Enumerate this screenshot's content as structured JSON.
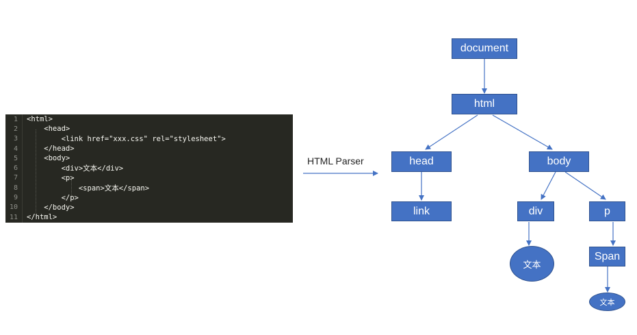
{
  "code_lines": [
    {
      "no": "1",
      "text": "<html>"
    },
    {
      "no": "2",
      "text": "    <head>"
    },
    {
      "no": "3",
      "text": "        <link href=\"xxx.css\" rel=\"stylesheet\">"
    },
    {
      "no": "4",
      "text": "    </head>"
    },
    {
      "no": "5",
      "text": "    <body>"
    },
    {
      "no": "6",
      "text": "        <div>文本</div>"
    },
    {
      "no": "7",
      "text": "        <p>"
    },
    {
      "no": "8",
      "text": "            <span>文本</span>"
    },
    {
      "no": "9",
      "text": "        </p>"
    },
    {
      "no": "10",
      "text": "    </body>"
    },
    {
      "no": "11",
      "text": "</html>"
    }
  ],
  "parser_label": "HTML Parser",
  "tree": {
    "document": "document",
    "html": "html",
    "head": "head",
    "body": "body",
    "link": "link",
    "div": "div",
    "p": "p",
    "span": "Span",
    "div_text": "文本",
    "span_text": "文本"
  },
  "colors": {
    "node_fill": "#4472c4",
    "node_border": "#2f528f",
    "edge": "#4472c4",
    "code_bg": "#272822"
  }
}
